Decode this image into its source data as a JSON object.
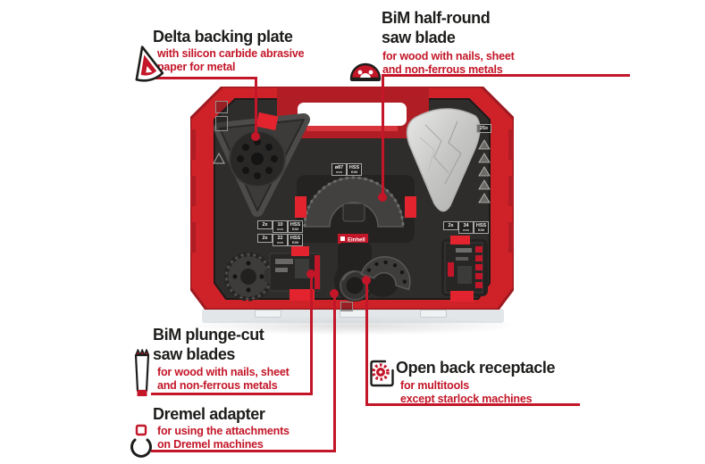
{
  "page": {
    "background": "#ffffff"
  },
  "colors": {
    "accent_red": "#c31628",
    "case_red": "#ce2228",
    "case_red_dark": "#9e1a20",
    "clip_red": "#e3242e",
    "foam": "#2e2d2b",
    "title_black": "#1d1d1b"
  },
  "callouts": {
    "delta": {
      "title": "Delta backing plate",
      "desc1": "with silicon carbide abrasive",
      "desc2": "paper for metal",
      "icon": "delta-pad-icon"
    },
    "half_round": {
      "title1": "BiM half-round",
      "title2": "saw blade",
      "desc1": "for wood with nails, sheet",
      "desc2": "and non-ferrous metals",
      "icon": "half-round-blade-icon"
    },
    "plunge": {
      "title1": "BiM plunge-cut",
      "title2": "saw blades",
      "desc1": "for wood with nails, sheet",
      "desc2": "and non-ferrous metals",
      "icon": "plunge-blade-icon"
    },
    "dremel": {
      "title": "Dremel adapter",
      "desc1": "for using the attachments",
      "desc2": "on Dremel machines",
      "icon": "dremel-adapter-icon"
    },
    "receptacle": {
      "title": "Open back receptacle",
      "desc1": "for multitools",
      "desc2": "except starlock machines",
      "icon": "open-back-icon"
    }
  },
  "case": {
    "brand": "Einhell",
    "tags": {
      "bag": {
        "main": "25x",
        "sub": ""
      },
      "half_round": [
        {
          "main": "ø87",
          "sub": "mm"
        },
        {
          "main": "HSS",
          "sub": "BiM"
        }
      ],
      "plunge_rows": [
        [
          {
            "main": "2x",
            "sub": ""
          },
          {
            "main": "10",
            "sub": "mm"
          },
          {
            "main": "HSS",
            "sub": "BiM"
          }
        ],
        [
          {
            "main": "2x",
            "sub": ""
          },
          {
            "main": "22",
            "sub": "mm"
          },
          {
            "main": "HSS",
            "sub": "BiM"
          }
        ]
      ],
      "right_row": [
        {
          "main": "2x",
          "sub": ""
        },
        {
          "main": "34",
          "sub": "mm"
        },
        {
          "main": "HSS",
          "sub": "BiM"
        }
      ]
    }
  }
}
